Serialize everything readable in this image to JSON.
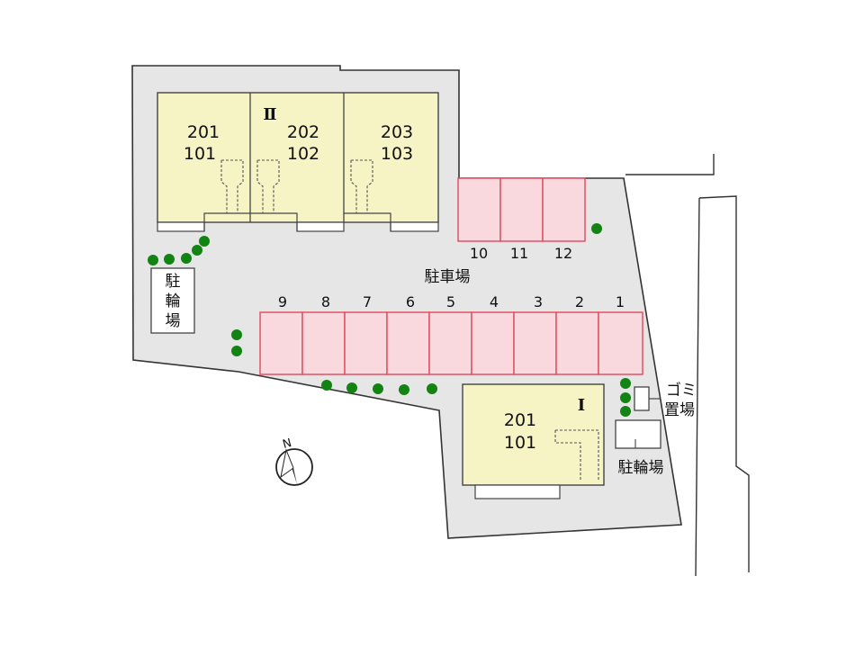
{
  "buildings": {
    "b2": {
      "mark": "Ⅱ",
      "units": [
        {
          "upper": "201",
          "lower": "101"
        },
        {
          "upper": "202",
          "lower": "102"
        },
        {
          "upper": "203",
          "lower": "103"
        }
      ]
    },
    "b1": {
      "mark": "Ⅰ",
      "units": [
        {
          "upper": "201",
          "lower": "101"
        }
      ]
    }
  },
  "parking": {
    "label": "駐車場",
    "upper_row": [
      "10",
      "11",
      "12"
    ],
    "lower_row": [
      "9",
      "8",
      "7",
      "6",
      "5",
      "4",
      "3",
      "2",
      "1"
    ]
  },
  "facilities": {
    "bike_left": [
      "駐",
      "輪",
      "場"
    ],
    "bike_right": "駐輪場",
    "garbage": [
      "ゴミ",
      "置場"
    ]
  },
  "compass": {
    "north": "N"
  },
  "colors": {
    "ground": "#e6e6e6",
    "building": "#f6f4c4",
    "parking_fill": "#fad9de",
    "parking_stroke": "#e0495c",
    "tree": "#138413"
  }
}
